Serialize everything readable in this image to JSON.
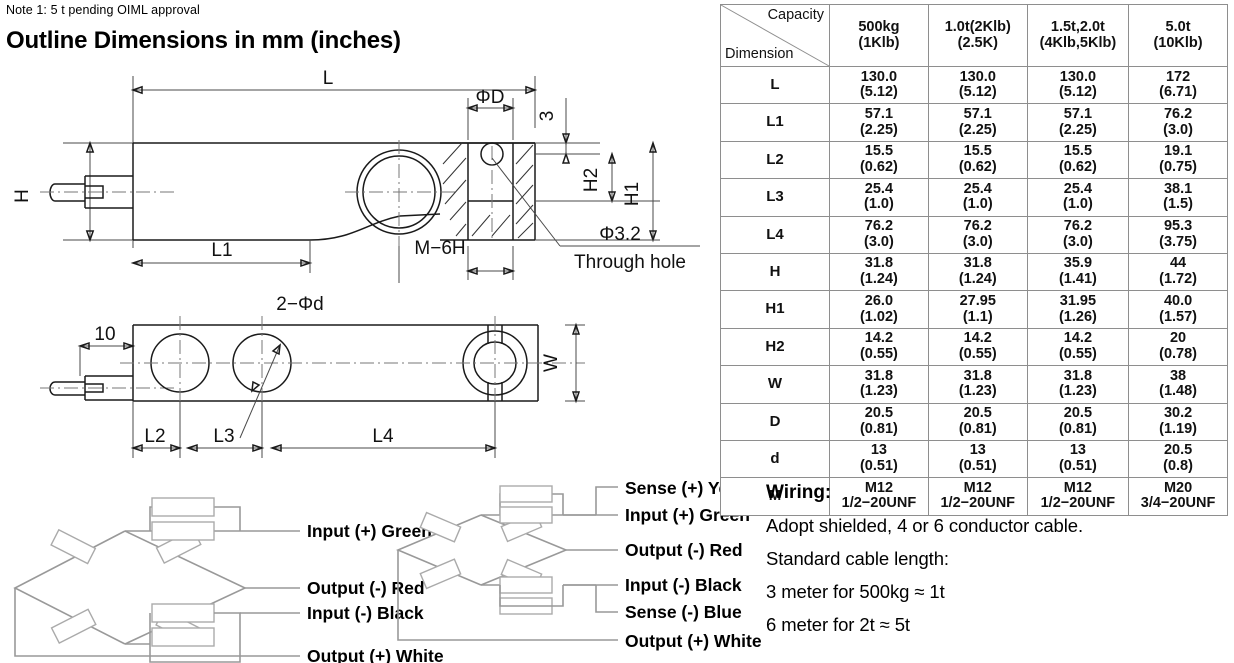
{
  "note": "Note 1: 5 t pending OIML approval",
  "outline_title": "Outline Dimensions in mm (inches)",
  "drawings": {
    "side_view": {
      "labels": {
        "L": "L",
        "L1": "L1",
        "H": "H",
        "H1": "H1",
        "H2": "H2",
        "three": "3",
        "phiD": "ΦD",
        "thread": "M−6H",
        "through_hole_dia": "Φ3.2",
        "through_hole_text": "Through hole"
      }
    },
    "plan_view": {
      "labels": {
        "ten": "10",
        "two_phi_d": "2−Φd",
        "L2": "L2",
        "L3": "L3",
        "L4": "L4",
        "W": "W"
      }
    }
  },
  "bridge4": {
    "labels": [
      "Input (+) Green",
      "Output (-) Red",
      "Input (-) Black",
      "Output (+) White"
    ]
  },
  "bridge6": {
    "labels": [
      "Sense (+) Yellow",
      "Input (+) Green",
      "Output (-) Red",
      "Input (-) Black",
      "Sense (-) Blue",
      "Output (+) White"
    ]
  },
  "table": {
    "corner": {
      "capacity": "Capacity",
      "dimension": "Dimension"
    },
    "columns": [
      {
        "line1": "500kg",
        "line2": "(1Klb)"
      },
      {
        "line1": "1.0t(2Klb)",
        "line2": "(2.5K)"
      },
      {
        "line1": "1.5t,2.0t",
        "line2": "(4Klb,5Klb)"
      },
      {
        "line1": "5.0t",
        "line2": "(10Klb)"
      }
    ],
    "rows": [
      {
        "label": "L",
        "cells": [
          {
            "a": "130.0",
            "b": "(5.12)"
          },
          {
            "a": "130.0",
            "b": "(5.12)"
          },
          {
            "a": "130.0",
            "b": "(5.12)"
          },
          {
            "a": "172",
            "b": "(6.71)"
          }
        ]
      },
      {
        "label": "L1",
        "cells": [
          {
            "a": "57.1",
            "b": "(2.25)"
          },
          {
            "a": "57.1",
            "b": "(2.25)"
          },
          {
            "a": "57.1",
            "b": "(2.25)"
          },
          {
            "a": "76.2",
            "b": "(3.0)"
          }
        ]
      },
      {
        "label": "L2",
        "cells": [
          {
            "a": "15.5",
            "b": "(0.62)"
          },
          {
            "a": "15.5",
            "b": "(0.62)"
          },
          {
            "a": "15.5",
            "b": "(0.62)"
          },
          {
            "a": "19.1",
            "b": "(0.75)"
          }
        ]
      },
      {
        "label": "L3",
        "cells": [
          {
            "a": "25.4",
            "b": "(1.0)"
          },
          {
            "a": "25.4",
            "b": "(1.0)"
          },
          {
            "a": "25.4",
            "b": "(1.0)"
          },
          {
            "a": "38.1",
            "b": "(1.5)"
          }
        ]
      },
      {
        "label": "L4",
        "cells": [
          {
            "a": "76.2",
            "b": "(3.0)"
          },
          {
            "a": "76.2",
            "b": "(3.0)"
          },
          {
            "a": "76.2",
            "b": "(3.0)"
          },
          {
            "a": "95.3",
            "b": "(3.75)"
          }
        ]
      },
      {
        "label": "H",
        "cells": [
          {
            "a": "31.8",
            "b": "(1.24)"
          },
          {
            "a": "31.8",
            "b": "(1.24)"
          },
          {
            "a": "35.9",
            "b": "(1.41)"
          },
          {
            "a": "44",
            "b": "(1.72)"
          }
        ]
      },
      {
        "label": "H1",
        "cells": [
          {
            "a": "26.0",
            "b": "(1.02)"
          },
          {
            "a": "27.95",
            "b": "(1.1)"
          },
          {
            "a": "31.95",
            "b": "(1.26)"
          },
          {
            "a": "40.0",
            "b": "(1.57)"
          }
        ]
      },
      {
        "label": "H2",
        "cells": [
          {
            "a": "14.2",
            "b": "(0.55)"
          },
          {
            "a": "14.2",
            "b": "(0.55)"
          },
          {
            "a": "14.2",
            "b": "(0.55)"
          },
          {
            "a": "20",
            "b": "(0.78)"
          }
        ]
      },
      {
        "label": "W",
        "cells": [
          {
            "a": "31.8",
            "b": "(1.23)"
          },
          {
            "a": "31.8",
            "b": "(1.23)"
          },
          {
            "a": "31.8",
            "b": "(1.23)"
          },
          {
            "a": "38",
            "b": "(1.48)"
          }
        ]
      },
      {
        "label": "D",
        "cells": [
          {
            "a": "20.5",
            "b": "(0.81)"
          },
          {
            "a": "20.5",
            "b": "(0.81)"
          },
          {
            "a": "20.5",
            "b": "(0.81)"
          },
          {
            "a": "30.2",
            "b": "(1.19)"
          }
        ]
      },
      {
        "label": "d",
        "cells": [
          {
            "a": "13",
            "b": "(0.51)"
          },
          {
            "a": "13",
            "b": "(0.51)"
          },
          {
            "a": "13",
            "b": "(0.51)"
          },
          {
            "a": "20.5",
            "b": "(0.8)"
          }
        ]
      },
      {
        "label": "M",
        "cells": [
          {
            "a": "M12",
            "b": "1/2−20UNF"
          },
          {
            "a": "M12",
            "b": "1/2−20UNF"
          },
          {
            "a": "M12",
            "b": "1/2−20UNF"
          },
          {
            "a": "M20",
            "b": "3/4−20UNF"
          }
        ]
      }
    ]
  },
  "wiring": {
    "title": "Wiring:",
    "lines": [
      "Adopt shielded, 4 or 6 conductor cable.",
      "Standard cable length:",
      "3 meter for 500kg ≈ 1t",
      "6 meter for 2t ≈ 5t"
    ]
  }
}
